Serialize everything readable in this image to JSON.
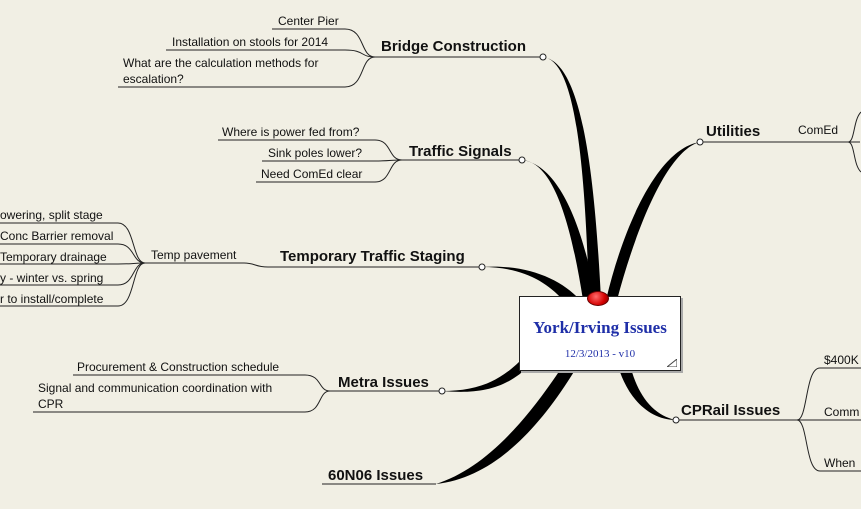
{
  "central": {
    "title": "York/Irving Issues",
    "subtitle": "12/3/2013 - v10"
  },
  "branches": {
    "bridge": {
      "label": "Bridge Construction",
      "children": [
        "Center Pier",
        "Installation on stools for 2014",
        "What are the calculation methods for",
        "escalation?"
      ]
    },
    "traffic_signals": {
      "label": "Traffic Signals",
      "children": [
        "Where is power fed from?",
        "Sink poles lower?",
        "Need ComEd clear"
      ]
    },
    "temp_staging": {
      "label": "Temporary Traffic Staging",
      "child": "Temp pavement",
      "grandchildren": [
        "owering, split stage",
        "Conc Barrier removal",
        "Temporary drainage",
        "y - winter vs. spring",
        "r to install/complete"
      ]
    },
    "metra": {
      "label": "Metra Issues",
      "children": [
        "Procurement & Construction schedule",
        "Signal and communication coordination with",
        "CPR"
      ]
    },
    "n60": {
      "label": "60N06 Issues"
    },
    "utilities": {
      "label": "Utilities",
      "child": "ComEd"
    },
    "cprail": {
      "label": "CPRail Issues",
      "children": [
        "$400K",
        "Comm",
        "When"
      ]
    }
  }
}
